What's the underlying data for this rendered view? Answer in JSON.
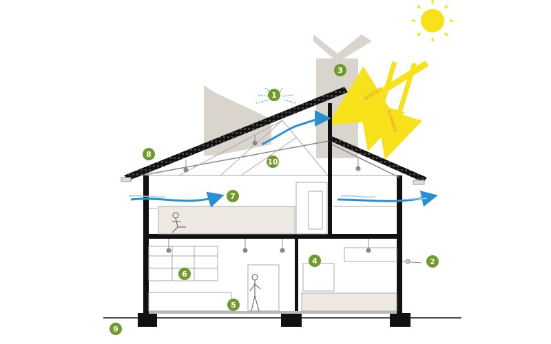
{
  "diagram": {
    "callouts": [
      {
        "id": "1",
        "label": "1"
      },
      {
        "id": "2",
        "label": "2"
      },
      {
        "id": "3",
        "label": "3"
      },
      {
        "id": "4",
        "label": "4"
      },
      {
        "id": "5",
        "label": "5"
      },
      {
        "id": "6",
        "label": "6"
      },
      {
        "id": "7",
        "label": "7"
      },
      {
        "id": "8",
        "label": "8"
      },
      {
        "id": "9",
        "label": "9"
      },
      {
        "id": "10",
        "label": "10"
      }
    ],
    "sun_rays": [
      {
        "label": "WINTER"
      },
      {
        "label": "SUMMER"
      }
    ],
    "colors": {
      "badge": "#6f9a2c",
      "airflow": "#2a8fd0",
      "sun": "#f7e21a",
      "sun_ray_text": "#f2a23a",
      "structure": "#111111",
      "chimney": "#d9d4cc"
    }
  }
}
